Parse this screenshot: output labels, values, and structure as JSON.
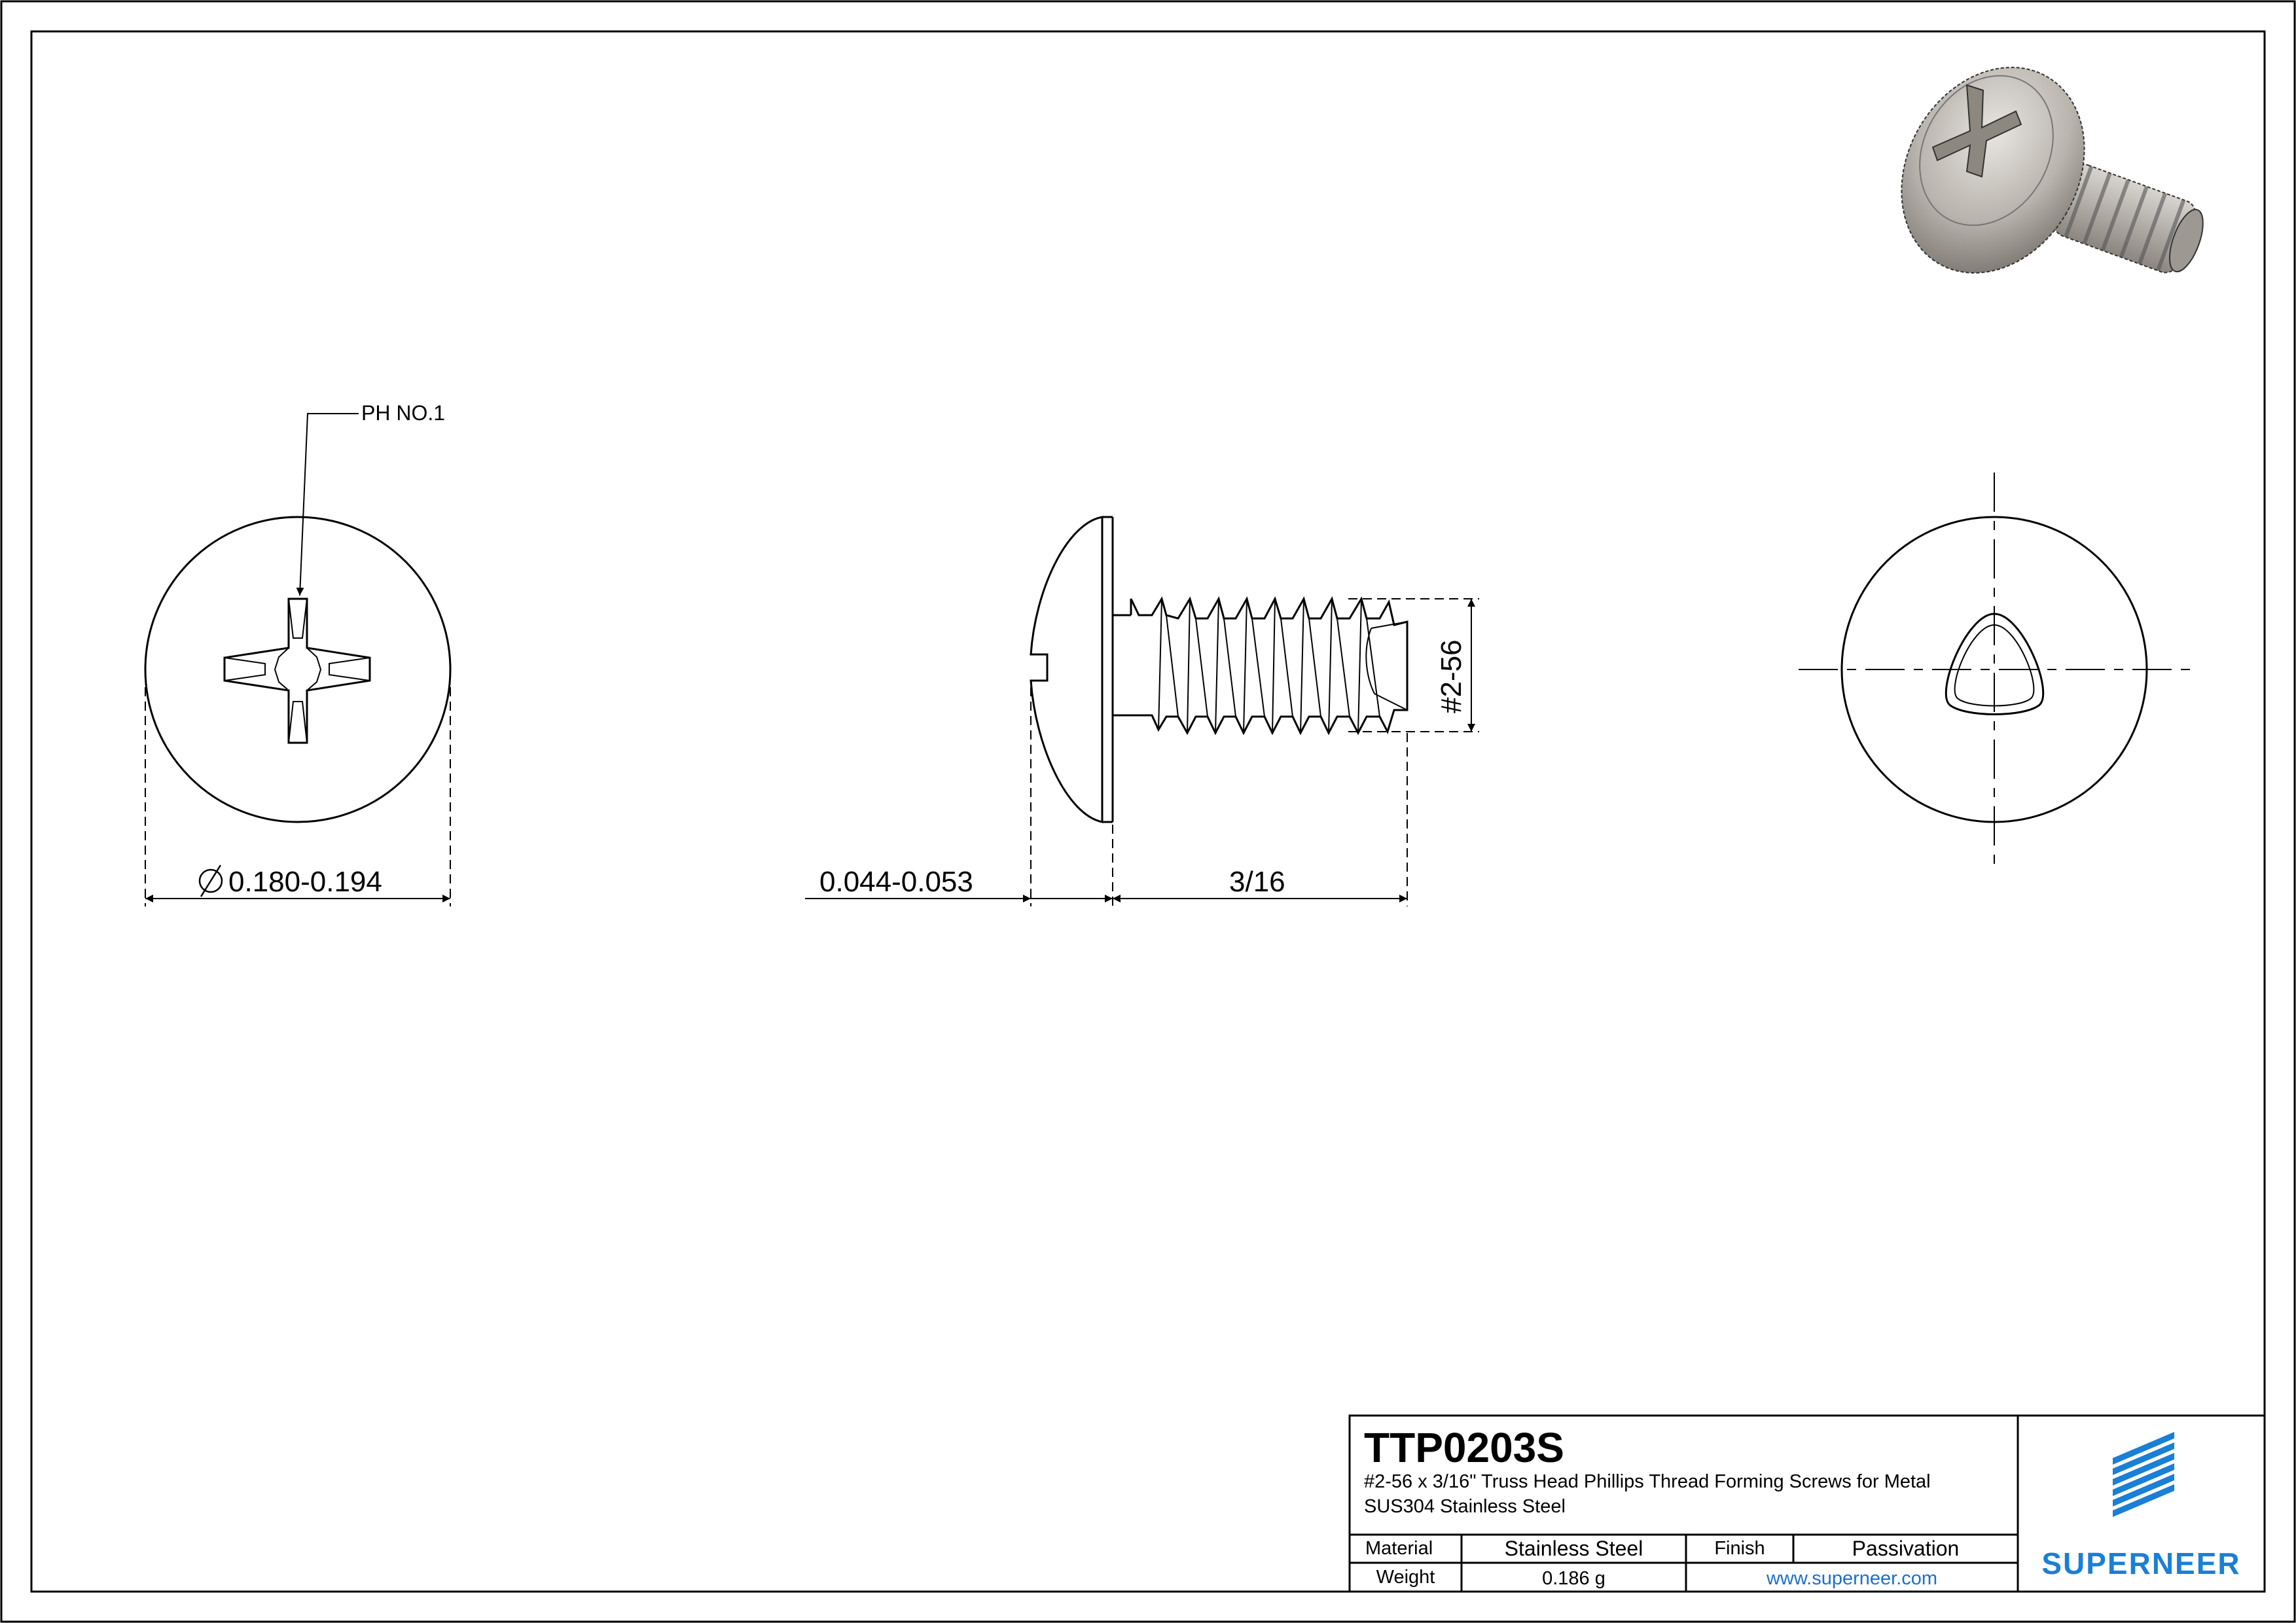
{
  "drawing": {
    "labels": {
      "drive": "PH NO.1",
      "head_diameter": "0.180-0.194",
      "head_height": "0.044-0.053",
      "length": "3/16",
      "thread": "#2-56"
    }
  },
  "title_block": {
    "part_number": "TTP0203S",
    "description": "#2-56 x 3/16\" Truss Head Phillips Thread Forming Screws for Metal",
    "material_spec": "SUS304 Stainless Steel",
    "material_label": "Material",
    "material_value": "Stainless Steel",
    "finish_label": "Finish",
    "finish_value": "Passivation",
    "weight_label": "Weight",
    "weight_value": "0.186 g",
    "website": "www.superneer.com",
    "brand": "SUPERNEER"
  },
  "colors": {
    "line": "#000000",
    "brand_blue": "#1a7fd6",
    "link_blue": "#1a6fcf",
    "screw_metal": "#b9b4ad"
  }
}
